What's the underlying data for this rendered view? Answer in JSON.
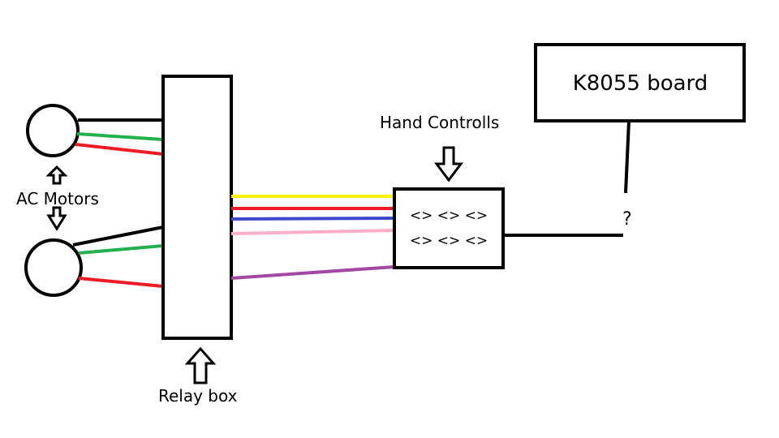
{
  "labels": {
    "ac_motors": "AC Motors",
    "relay_box": "Relay box",
    "hand_controls": "Hand Controlls",
    "k8055_board": "K8055 board",
    "unknown_link": "?",
    "buttons_row_1": "<> <> <>",
    "buttons_row_2": "<> <> <>"
  },
  "colors": {
    "stroke": "#000000",
    "wire_green": "#22b14c",
    "wire_red": "#ed1c24",
    "wire_yellow": "#fff200",
    "wire_blue": "#3f48cc",
    "wire_pink": "#ffaec9",
    "wire_purple": "#a349a4"
  }
}
